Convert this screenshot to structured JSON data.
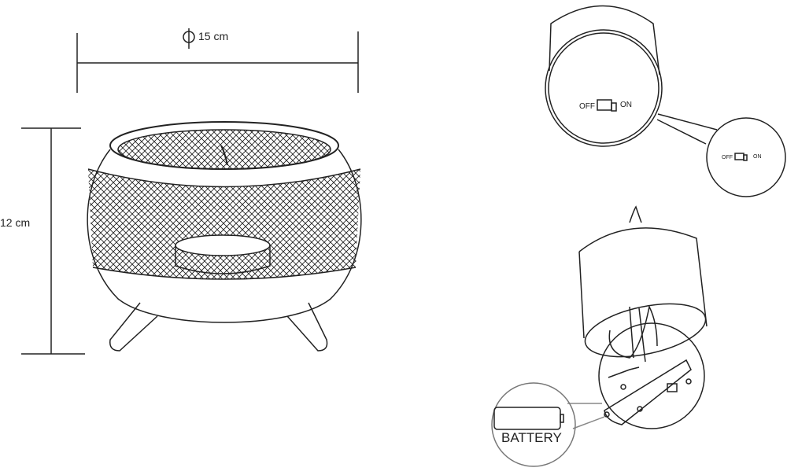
{
  "dimensions": {
    "diameter_symbol": "⌀",
    "width_label": "15 cm",
    "height_label": "12 cm"
  },
  "switch_detail": {
    "off_label": "OFF",
    "on_label": "ON",
    "zoom_off_label": "OFF",
    "zoom_on_label": "ON"
  },
  "battery_detail": {
    "label": "BATTERY"
  },
  "colors": {
    "line": "#222222",
    "background": "#ffffff"
  }
}
